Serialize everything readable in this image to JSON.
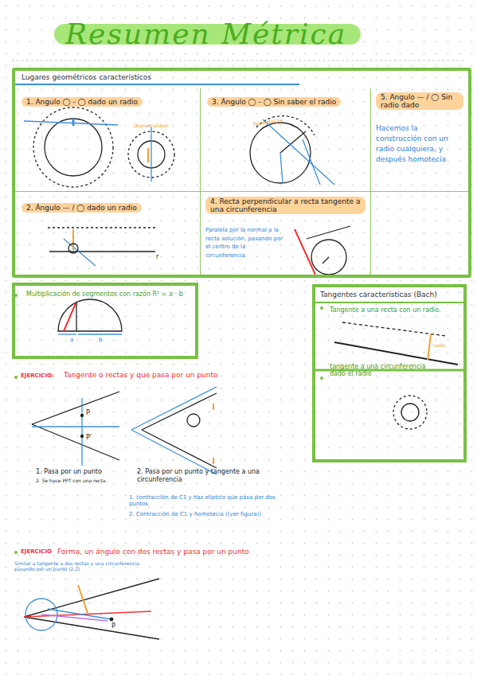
{
  "diagram": {
    "title": "Resumen Métrica",
    "nodes": [
      {
        "text": [
          "Lugares geométricos característicos"
        ]
      },
      {
        "text": [
          "1. Angulo ◯ - ◯ dado un radio"
        ],
        "in": 0
      },
      {
        "text": [
          "3. Ángulo ◯ - ◯ Sin saber el radio"
        ],
        "in": 0
      },
      {
        "text": [
          "5. Angulo — / ◯ Sin radio dado",
          "Hacemos la construcción con un radio cualquiera, y después homotecia"
        ],
        "in": 0
      },
      {
        "text": [
          "2. Ángulo — / ◯ dado un radio"
        ],
        "in": 0
      },
      {
        "text": [
          "4. Recta perpendicular a recta tangente a una circunferencia",
          "Paralela por la normal a la recta solución, pasando por el centro de la circunferencia"
        ],
        "in": 0
      },
      {
        "text": [
          "Multiplicación de segmentos con razón R² = a · b"
        ]
      },
      {
        "text": [
          "Tangentes características (Bach)",
          "Tangente a una recta con un radio.",
          "tangente a una circunferencia dado el radio"
        ]
      }
    ],
    "labels": [
      "Diametralidad",
      "homotecia",
      "r",
      "a",
      "b",
      "radio",
      "EJERCICIO:",
      "Tangente o rectas y que pasa por un punto",
      "P",
      "P'",
      "1. Pasa por un punto",
      "2. Se hace PPT con una recta.",
      "2. Pasa por un punto y tangente a una circunferencia",
      "1. contracción de C1 y haz elíptico que pasa por dos puntos",
      "2. Contracción de C1 y homotecia ((ver figura))",
      "EJERCICIO",
      "Forma, un ángulo con dos rectas y pasa por un punto",
      "Similar a tangente a dos rectas y una circunferencia pasando por un punto (2.2)",
      "P"
    ]
  }
}
